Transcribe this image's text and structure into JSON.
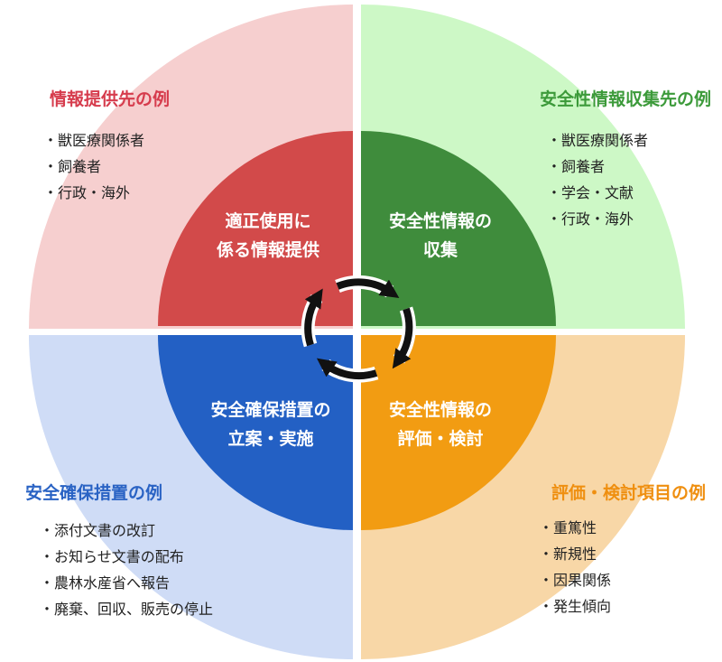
{
  "quadrants": {
    "top_left": {
      "title": "情報提供先の例",
      "items": [
        "獣医療関係者",
        "飼養者",
        "行政・海外"
      ],
      "inner_lines": [
        "適正使用に",
        "係る情報提供"
      ],
      "outer_color": "#f6cfcf",
      "inner_color": "#d24a4a",
      "title_color": "#d63c4d"
    },
    "top_right": {
      "title": "安全性情報収集先の例",
      "items": [
        "獣医療関係者",
        "飼養者",
        "学会・文献",
        "行政・海外"
      ],
      "inner_lines": [
        "安全性情報の",
        "収集"
      ],
      "outer_color": "#cdf8c6",
      "inner_color": "#3f8c3c",
      "title_color": "#3c9a3a"
    },
    "bottom_left": {
      "title": "安全確保措置の例",
      "items": [
        "添付文書の改訂",
        "お知らせ文書の配布",
        "農林水産省へ報告",
        "廃棄、回収、販売の停止"
      ],
      "inner_lines": [
        "安全確保措置の",
        "立案・実施"
      ],
      "outer_color": "#cfdcf6",
      "inner_color": "#2360c4",
      "title_color": "#2a63c4"
    },
    "bottom_right": {
      "title": "評価・検討項目の例",
      "items": [
        "重篤性",
        "新規性",
        "因果関係",
        "発生傾向"
      ],
      "inner_lines": [
        "安全性情報の",
        "評価・検討"
      ],
      "outer_color": "#f8d7a7",
      "inner_color": "#f29c12",
      "title_color": "#ef8f10"
    }
  },
  "cycle_icon": "circular-arrows-icon"
}
